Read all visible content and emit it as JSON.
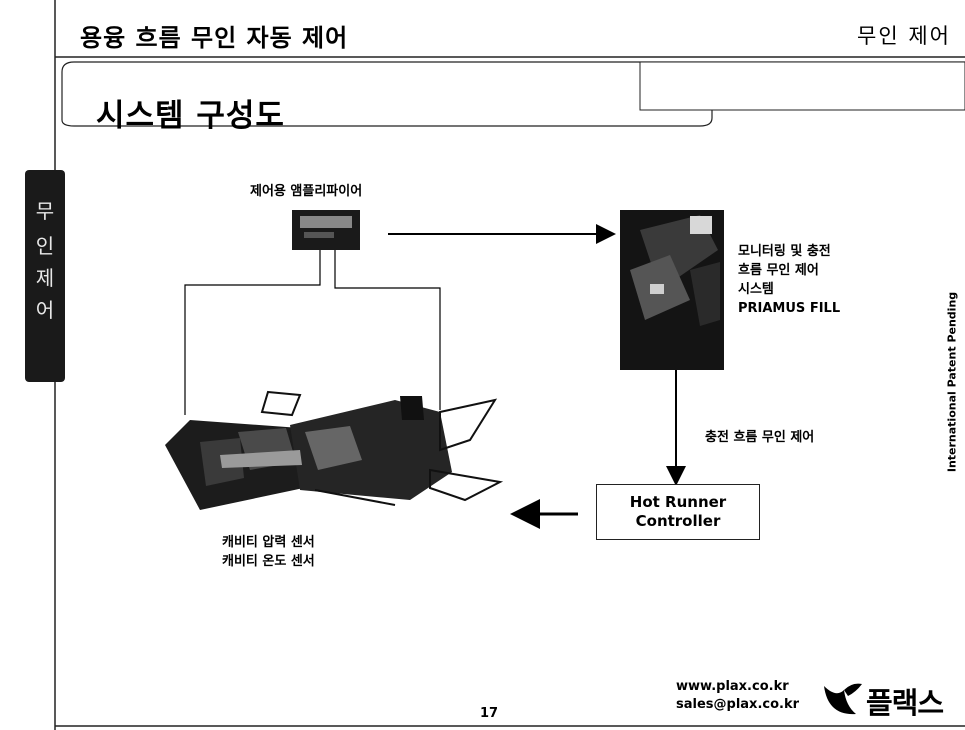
{
  "header": {
    "title": "용융 흐름 무인 자동 제어",
    "category": "무인 제어"
  },
  "section_title": "시스템 구성도",
  "side_tab": {
    "chars": [
      "무",
      "인",
      "제",
      "어"
    ]
  },
  "diagram": {
    "amplifier_label": "제어용 앰플리파이어",
    "monitoring_lines": [
      "모니터링 및 충전",
      "흐름 무인 제어",
      "시스템",
      "PRIAMUS FILL"
    ],
    "fill_control_label": "충전 흐름 무인 제어",
    "hot_runner_lines": [
      "Hot Runner",
      "Controller"
    ],
    "sensor_lines": [
      "캐비티 압력 센서",
      "캐비티 온도 센서"
    ]
  },
  "side_note": "International Patent Pending",
  "footer": {
    "page_number": "17",
    "web": "www.plax.co.kr",
    "email": "sales@plax.co.kr",
    "brand": "플랙스"
  }
}
